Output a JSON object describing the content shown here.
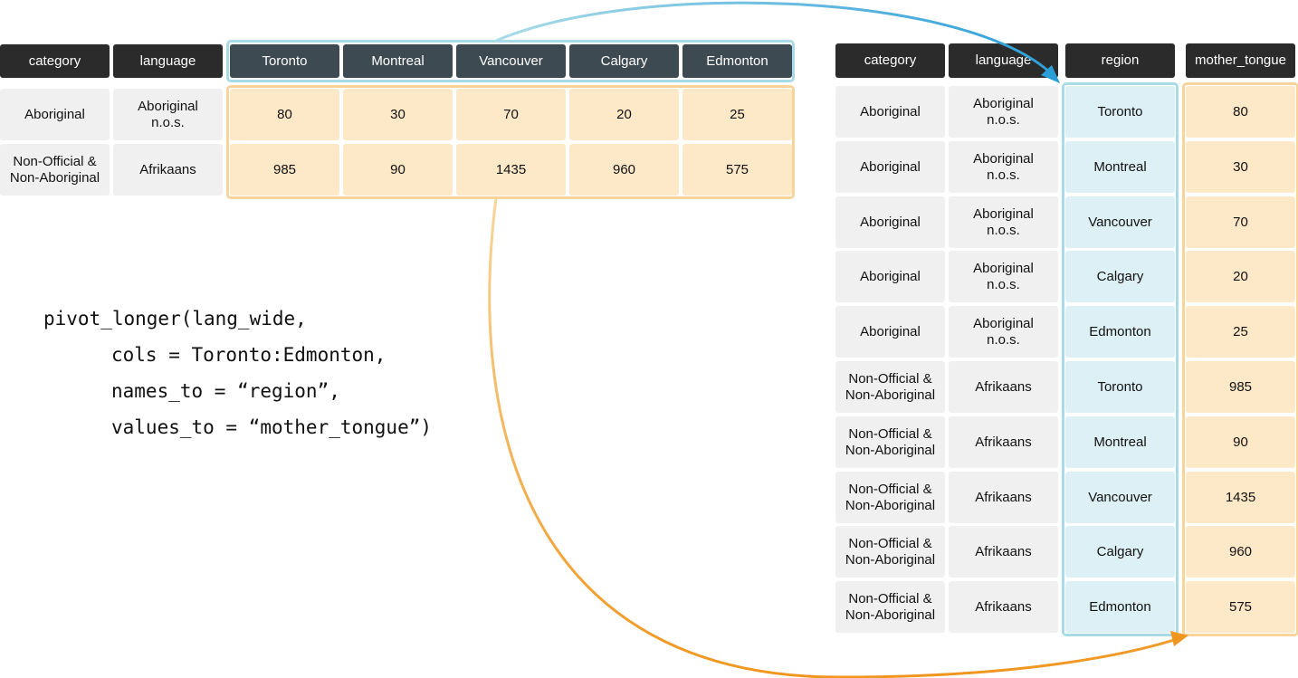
{
  "wide_table": {
    "id_headers": [
      "category",
      "language"
    ],
    "value_headers": [
      "Toronto",
      "Montreal",
      "Vancouver",
      "Calgary",
      "Edmonton"
    ],
    "rows": [
      {
        "category": "Aboriginal",
        "language": "Aboriginal\nn.o.s.",
        "values": [
          "80",
          "30",
          "70",
          "20",
          "25"
        ]
      },
      {
        "category": "Non-Official &\nNon-Aboriginal",
        "language": "Afrikaans",
        "values": [
          "985",
          "90",
          "1435",
          "960",
          "575"
        ]
      }
    ]
  },
  "long_table": {
    "headers": [
      "category",
      "language",
      "region",
      "mother_tongue"
    ],
    "rows": [
      {
        "category": "Aboriginal",
        "language": "Aboriginal\nn.o.s.",
        "region": "Toronto",
        "mother_tongue": "80"
      },
      {
        "category": "Aboriginal",
        "language": "Aboriginal\nn.o.s.",
        "region": "Montreal",
        "mother_tongue": "30"
      },
      {
        "category": "Aboriginal",
        "language": "Aboriginal\nn.o.s.",
        "region": "Vancouver",
        "mother_tongue": "70"
      },
      {
        "category": "Aboriginal",
        "language": "Aboriginal\nn.o.s.",
        "region": "Calgary",
        "mother_tongue": "20"
      },
      {
        "category": "Aboriginal",
        "language": "Aboriginal\nn.o.s.",
        "region": "Edmonton",
        "mother_tongue": "25"
      },
      {
        "category": "Non-Official &\nNon-Aboriginal",
        "language": "Afrikaans",
        "region": "Toronto",
        "mother_tongue": "985"
      },
      {
        "category": "Non-Official &\nNon-Aboriginal",
        "language": "Afrikaans",
        "region": "Montreal",
        "mother_tongue": "90"
      },
      {
        "category": "Non-Official &\nNon-Aboriginal",
        "language": "Afrikaans",
        "region": "Vancouver",
        "mother_tongue": "1435"
      },
      {
        "category": "Non-Official &\nNon-Aboriginal",
        "language": "Afrikaans",
        "region": "Calgary",
        "mother_tongue": "960"
      },
      {
        "category": "Non-Official &\nNon-Aboriginal",
        "language": "Afrikaans",
        "region": "Edmonton",
        "mother_tongue": "575"
      }
    ]
  },
  "code": {
    "lines": [
      "pivot_longer(lang_wide,",
      "cols = Toronto:Edmonton,",
      "names_to = “region”,",
      "values_to = “mother_tongue”)"
    ]
  },
  "colors": {
    "header": "#2b2b2b",
    "header_slate": "#3d4a52",
    "id_cell": "#f0f0f0",
    "value_cell": "#fde8c8",
    "region_cell": "#dcf0f5",
    "blue_frame": "#a9dbe7",
    "orange_frame": "#f7d59a",
    "arrow_blue": "#2b9ed8",
    "arrow_orange": "#f0961e"
  }
}
